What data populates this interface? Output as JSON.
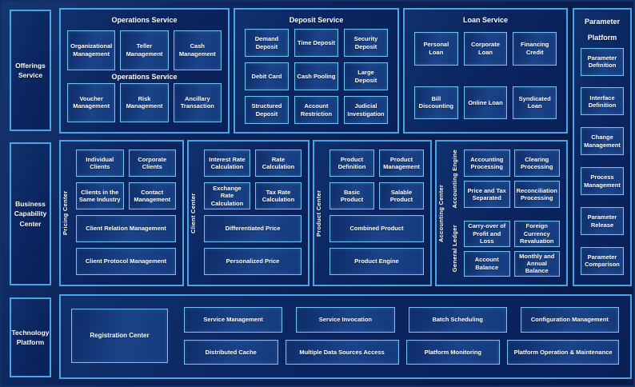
{
  "colors": {
    "background": "#0a2057",
    "panel_border": "#4ba3e8",
    "node_border": "#72c2f3",
    "node_fill": "#143a7c",
    "text": "#ffffff"
  },
  "left": {
    "offerings": "Offerings Service",
    "business": "Business Capability Center",
    "technology": "Technology Platform"
  },
  "top": {
    "operations": {
      "title": "Operations Service",
      "row1": [
        "Organizational Management",
        "Teller Management",
        "Cash Management"
      ],
      "mid_label": "Operations Service",
      "row2": [
        "Voucher Management",
        "Risk Management",
        "Ancillary Transaction"
      ]
    },
    "deposit": {
      "title": "Deposit Service",
      "items": [
        "Demand Deposit",
        "Time Deposit",
        "Security Deposit",
        "Debit Card",
        "Cash Pooling",
        "Large Deposit",
        "Structured Deposit",
        "Account Restriction",
        "Judicial Investigation"
      ]
    },
    "loan": {
      "title": "Loan Service",
      "items": [
        "Personal Loan",
        "Corporate Loan",
        "Financing Credit",
        "Bill Discounting",
        "Online Loan",
        "Syndicated Loan"
      ]
    }
  },
  "param": {
    "title": "Parameter Platform",
    "items": [
      "Parameter Definition",
      "Interface Definition",
      "Change Management",
      "Process Management",
      "Parameter Release",
      "Parameter Comparison"
    ]
  },
  "mid": {
    "pricing": {
      "side": "Pricing Center",
      "small": [
        "Individual Clients",
        "Corporate Clients",
        "Clients in the Same Industry",
        "Contact Management"
      ],
      "wide": [
        "Client Relation Management",
        "Client Protocol Management"
      ]
    },
    "client": {
      "side": "Client Center",
      "small": [
        "Interest Rate Calculation",
        "Rate Calculation",
        "Exchange Rate Calculation",
        "Tax Rate Calculation"
      ],
      "wide": [
        "Differentiated Price",
        "Personalized Price"
      ]
    },
    "product": {
      "side": "Product Center",
      "small": [
        "Product Definition",
        "Product Management",
        "Basic Product",
        "Salable Product"
      ],
      "wide": [
        "Combined Product",
        "Product Engine"
      ]
    },
    "accounting": {
      "side": "Accounting Center",
      "groups": [
        {
          "side": "Accounting Engine",
          "items": [
            "Accounting Processing",
            "Clearing Processing",
            "Price and Tax Separated",
            "Reconciliation Processing"
          ]
        },
        {
          "side": "General Ledger",
          "items": [
            "Carry-over of Profit and Loss",
            "Foreign Currency Revaluation",
            "Account Balance",
            "Monthly and Annual Balance"
          ]
        }
      ]
    }
  },
  "bottom": {
    "registration": "Registration Center",
    "row_top": [
      "Service Management",
      "Service Invocation",
      "Batch Scheduling",
      "Configuration Management"
    ],
    "row_bottom": [
      "Distributed Cache",
      "Multiple Data Sources Access",
      "Platform Monitoring",
      "Platform Operation & Maintenance"
    ]
  }
}
